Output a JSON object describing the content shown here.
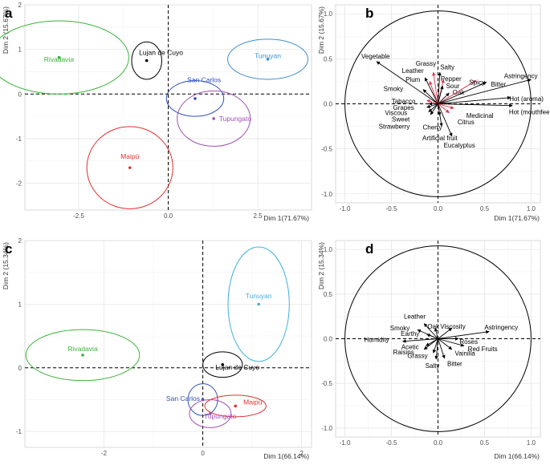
{
  "chart_data": [
    {
      "panel": "a",
      "type": "scatter",
      "xlabel": "Dim 1(71.67%)",
      "ylabel": "Dim 2 (15.67%)",
      "xlim": [
        -4.0,
        4.0
      ],
      "ylim": [
        -2.6,
        2.0
      ],
      "xticks": [
        -2.5,
        0.0,
        2.5
      ],
      "yticks": [
        -2,
        -1,
        0,
        1,
        2
      ],
      "xtick_labels": [
        "-2.5",
        "0.0",
        "2.5"
      ],
      "ytick_labels": [
        "-2",
        "-1",
        "0",
        "1",
        "2"
      ],
      "grid": true,
      "points": [
        {
          "label": "Rivadavia",
          "x": -3.05,
          "y": 0.82,
          "color": "#3bb33b",
          "rx": 1.95,
          "ry": 0.82,
          "label_dx": 0,
          "label_dy": -0.04
        },
        {
          "label": "Lujan de Cuyo",
          "x": -0.6,
          "y": 0.75,
          "color": "#000000",
          "rx": 0.42,
          "ry": 0.42,
          "label_dx": 0.4,
          "label_dy": 0.18
        },
        {
          "label": "Tunuyan",
          "x": 2.78,
          "y": 0.78,
          "color": "#3f8fd0",
          "rx": 1.12,
          "ry": 0.45,
          "label_dx": 0,
          "label_dy": 0.08
        },
        {
          "label": "San Carlos",
          "x": 0.75,
          "y": -0.1,
          "color": "#2f4fb8",
          "rx": 0.8,
          "ry": 0.4,
          "label_dx": 0.25,
          "label_dy": 0.42
        },
        {
          "label": "Tupungato",
          "x": 1.27,
          "y": -0.55,
          "color": "#a050b8",
          "rx": 1.02,
          "ry": 0.62,
          "label_dx": 0.6,
          "label_dy": 0.0
        },
        {
          "label": "Maipú",
          "x": -1.07,
          "y": -1.65,
          "color": "#e03030",
          "rx": 1.2,
          "ry": 0.92,
          "label_dx": 0,
          "label_dy": 0.25
        }
      ]
    },
    {
      "panel": "b",
      "type": "biplot",
      "xlabel": "Dim 1(71.67%)",
      "ylabel": "Dim 2 (15.67%)",
      "xlim": [
        -1.1,
        1.1
      ],
      "ylim": [
        -1.1,
        1.1
      ],
      "xticks": [
        -1.0,
        -0.5,
        0.0,
        0.5,
        1.0
      ],
      "yticks": [
        -1.0,
        -0.5,
        0.0,
        0.5,
        1.0
      ],
      "xtick_labels": [
        "-1.0",
        "-0.5",
        "0.0",
        "0.5",
        "1.0"
      ],
      "ytick_labels": [
        "-1.0",
        "-0.5",
        "0.0",
        "0.5",
        "1.0"
      ],
      "grid": true,
      "vectors": [
        {
          "label": "Vegetable",
          "x": -0.66,
          "y": 0.47,
          "color": "#000000",
          "lx": -0.67,
          "ly": 0.53
        },
        {
          "label": "Grassy",
          "x": -0.05,
          "y": 0.35,
          "color": "#e0304a",
          "lx": -0.13,
          "ly": 0.45
        },
        {
          "label": "Salty",
          "x": 0.02,
          "y": 0.35,
          "color": "#000000",
          "lx": 0.1,
          "ly": 0.41
        },
        {
          "label": "Leather",
          "x": -0.14,
          "y": 0.29,
          "color": "#000000",
          "lx": -0.27,
          "ly": 0.37
        },
        {
          "label": "Plum",
          "x": -0.09,
          "y": 0.25,
          "color": "#e0304a",
          "lx": -0.27,
          "ly": 0.27
        },
        {
          "label": "Pepper",
          "x": 0.06,
          "y": 0.27,
          "color": "#e0304a",
          "lx": 0.14,
          "ly": 0.28
        },
        {
          "label": "Sour",
          "x": 0.05,
          "y": 0.2,
          "color": "#000000",
          "lx": 0.16,
          "ly": 0.2
        },
        {
          "label": "Oak",
          "x": 0.12,
          "y": 0.12,
          "color": "#000000",
          "lx": 0.22,
          "ly": 0.13
        },
        {
          "label": "Smoky",
          "x": -0.16,
          "y": 0.16,
          "color": "#000000",
          "lx": -0.48,
          "ly": 0.17
        },
        {
          "label": "Spicy",
          "x": 0.41,
          "y": 0.26,
          "color": "#e0304a",
          "lx": 0.42,
          "ly": 0.24
        },
        {
          "label": "Bitter",
          "x": 0.52,
          "y": 0.24,
          "color": "#000000",
          "lx": 0.65,
          "ly": 0.22
        },
        {
          "label": "Astringency",
          "x": 1.0,
          "y": 0.27,
          "color": "#000000",
          "lx": 0.89,
          "ly": 0.31
        },
        {
          "label": "Hot (aroma)",
          "x": 0.78,
          "y": 0.07,
          "color": "#000000",
          "lx": 0.95,
          "ly": 0.06
        },
        {
          "label": "Hot (mouthfeel)",
          "x": 0.8,
          "y": -0.02,
          "color": "#000000",
          "lx": 1.0,
          "ly": -0.09
        },
        {
          "label": "Tabacco",
          "x": -0.12,
          "y": 0.04,
          "color": "#e0304a",
          "lx": -0.37,
          "ly": 0.03
        },
        {
          "label": "Grapes",
          "x": -0.1,
          "y": 0.0,
          "color": "#000000",
          "lx": -0.37,
          "ly": -0.04
        },
        {
          "label": "Viscous",
          "x": -0.12,
          "y": -0.04,
          "color": "#000000",
          "lx": -0.45,
          "ly": -0.1
        },
        {
          "label": "Sweet",
          "x": -0.1,
          "y": -0.09,
          "color": "#000000",
          "lx": -0.4,
          "ly": -0.17
        },
        {
          "label": "Strawberry",
          "x": -0.08,
          "y": -0.12,
          "color": "#000000",
          "lx": -0.47,
          "ly": -0.25
        },
        {
          "label": "Medicinal",
          "x": 0.17,
          "y": -0.05,
          "color": "#e0304a",
          "lx": 0.45,
          "ly": -0.13
        },
        {
          "label": "Citrus",
          "x": 0.12,
          "y": -0.1,
          "color": "#e0304a",
          "lx": 0.3,
          "ly": -0.2
        },
        {
          "label": "Cherry",
          "x": 0.02,
          "y": -0.13,
          "color": "#000000",
          "lx": -0.06,
          "ly": -0.26
        },
        {
          "label": "Artificial fruit",
          "x": 0.04,
          "y": -0.25,
          "color": "#000000",
          "lx": 0.02,
          "ly": -0.38
        },
        {
          "label": "Eucalyptus",
          "x": 0.15,
          "y": -0.36,
          "color": "#000000",
          "lx": 0.23,
          "ly": -0.46
        }
      ]
    },
    {
      "panel": "c",
      "type": "scatter",
      "xlabel": "Dim 1(66.14%)",
      "ylabel": "Dim 2 (15.34%)",
      "xlim": [
        -3.6,
        2.2
      ],
      "ylim": [
        -1.25,
        2.0
      ],
      "xticks": [
        -2,
        0,
        2
      ],
      "yticks": [
        -1,
        0,
        1,
        2
      ],
      "xtick_labels": [
        "-2",
        "0",
        "2"
      ],
      "ytick_labels": [
        "-1",
        "0",
        "1",
        "2"
      ],
      "grid": true,
      "points": [
        {
          "label": "Tunuyan",
          "x": 1.13,
          "y": 1.0,
          "color": "#3fb0d8",
          "rx": 0.62,
          "ry": 0.9,
          "label_dx": 0,
          "label_dy": 0.13
        },
        {
          "label": "Rivadavia",
          "x": -2.43,
          "y": 0.2,
          "color": "#3bb33b",
          "rx": 1.15,
          "ry": 0.4,
          "label_dx": 0,
          "label_dy": 0.1
        },
        {
          "label": "Lujan de Cuyo",
          "x": 0.4,
          "y": 0.05,
          "color": "#000000",
          "rx": 0.4,
          "ry": 0.2,
          "label_dx": 0.3,
          "label_dy": -0.04
        },
        {
          "label": "San Carlos",
          "x": 0.0,
          "y": -0.5,
          "color": "#2f55b8",
          "rx": 0.3,
          "ry": 0.25,
          "label_dx": -0.4,
          "label_dy": 0.02
        },
        {
          "label": "Maipú",
          "x": 0.66,
          "y": -0.6,
          "color": "#e03030",
          "rx": 0.62,
          "ry": 0.17,
          "label_dx": 0.35,
          "label_dy": 0.06
        },
        {
          "label": "Tupungato",
          "x": 0.15,
          "y": -0.72,
          "color": "#a050b8",
          "rx": 0.42,
          "ry": 0.22,
          "label_dx": 0.2,
          "label_dy": -0.04
        }
      ]
    },
    {
      "panel": "d",
      "type": "biplot",
      "xlabel": "Dim 1(66.14%)",
      "ylabel": "Dim 2 (15.34%)",
      "xlim": [
        -1.1,
        1.1
      ],
      "ylim": [
        -1.1,
        1.1
      ],
      "xticks": [
        -1.0,
        -0.5,
        0.0,
        0.5,
        1.0
      ],
      "yticks": [
        -1.0,
        -0.5,
        0.0,
        0.5,
        1.0
      ],
      "xtick_labels": [
        "-1.0",
        "-0.5",
        "0.0",
        "0.5",
        "1.0"
      ],
      "ytick_labels": [
        "-1.0",
        "-0.5",
        "0.0",
        "0.5",
        "1.0"
      ],
      "grid": true,
      "vectors": [
        {
          "label": "Leather",
          "x": -0.15,
          "y": 0.17,
          "color": "#000000",
          "lx": -0.25,
          "ly": 0.25
        },
        {
          "label": "Smoky",
          "x": -0.22,
          "y": 0.1,
          "color": "#000000",
          "lx": -0.41,
          "ly": 0.12
        },
        {
          "label": "Earthy",
          "x": -0.12,
          "y": 0.05,
          "color": "#000000",
          "lx": -0.3,
          "ly": 0.06
        },
        {
          "label": "Oak",
          "x": -0.03,
          "y": 0.12,
          "color": "#000000",
          "lx": -0.05,
          "ly": 0.14
        },
        {
          "label": "Viscosity",
          "x": 0.15,
          "y": 0.12,
          "color": "#000000",
          "lx": 0.16,
          "ly": 0.14
        },
        {
          "label": "Astringency",
          "x": 0.55,
          "y": 0.08,
          "color": "#000000",
          "lx": 0.68,
          "ly": 0.13
        },
        {
          "label": "Humidity",
          "x": -0.38,
          "y": -0.03,
          "color": "#000000",
          "lx": -0.66,
          "ly": -0.01
        },
        {
          "label": "Roses",
          "x": 0.22,
          "y": 0.0,
          "color": "#000000",
          "lx": 0.33,
          "ly": -0.03
        },
        {
          "label": "Red Fruits",
          "x": 0.28,
          "y": -0.08,
          "color": "#000000",
          "lx": 0.48,
          "ly": -0.11
        },
        {
          "label": "Acetic",
          "x": -0.13,
          "y": -0.08,
          "color": "#000000",
          "lx": -0.3,
          "ly": -0.09
        },
        {
          "label": "Raisins",
          "x": -0.15,
          "y": -0.12,
          "color": "#000000",
          "lx": -0.37,
          "ly": -0.15
        },
        {
          "label": "Vainilla",
          "x": 0.15,
          "y": -0.12,
          "color": "#000000",
          "lx": 0.29,
          "ly": -0.16
        },
        {
          "label": "Grassy",
          "x": -0.05,
          "y": -0.16,
          "color": "#000000",
          "lx": -0.22,
          "ly": -0.19
        },
        {
          "label": "Salty",
          "x": -0.02,
          "y": -0.23,
          "color": "#000000",
          "lx": -0.06,
          "ly": -0.3
        },
        {
          "label": "Bitter",
          "x": 0.07,
          "y": -0.22,
          "color": "#000000",
          "lx": 0.18,
          "ly": -0.28
        }
      ]
    }
  ]
}
